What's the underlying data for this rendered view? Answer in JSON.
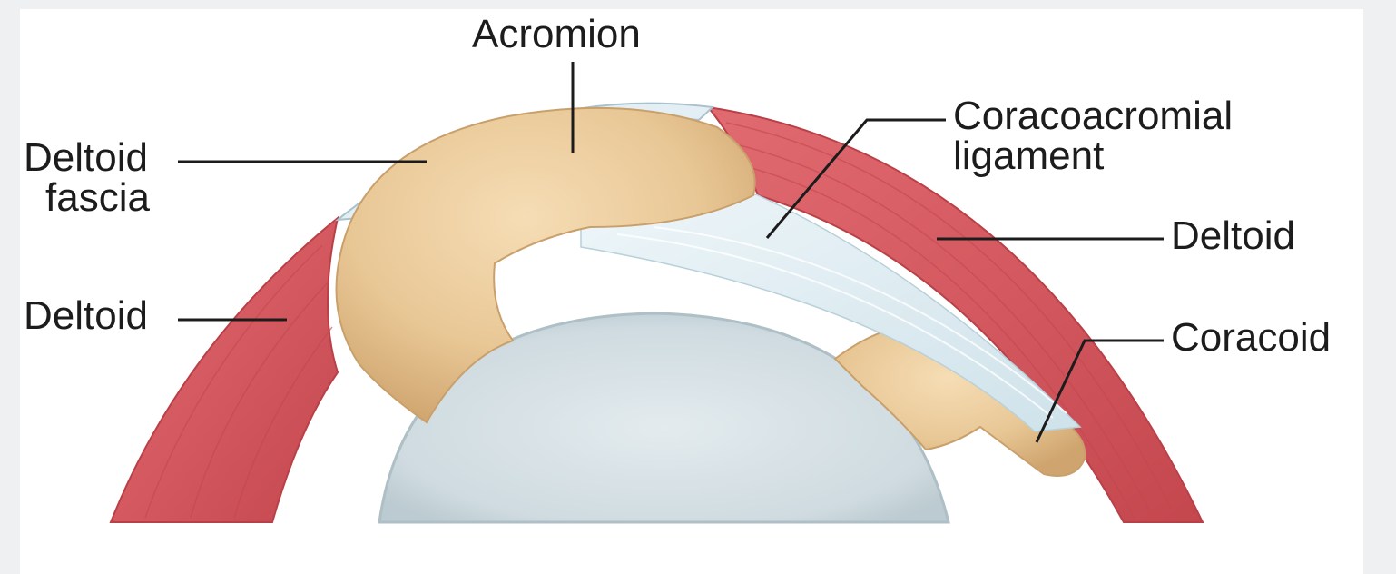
{
  "labels": {
    "acromion": "Acromion",
    "deltoid_fascia_line1": "Deltoid",
    "deltoid_fascia_line2": "fascia",
    "coracoacromial_line1": "Coracoacromial",
    "coracoacromial_line2": "ligament",
    "deltoid_right": "Deltoid",
    "deltoid_left": "Deltoid",
    "coracoid": "Coracoid"
  },
  "colors": {
    "background": "#eef0f2",
    "panel": "#ffffff",
    "muscle": "#d65a60",
    "muscle_dark": "#b94047",
    "bone": "#e9c99a",
    "bone_shadow": "#c9a06b",
    "ligament": "#dfeef3",
    "humeral_head": "#dce6ea",
    "leader_line": "#1c1c1c"
  }
}
